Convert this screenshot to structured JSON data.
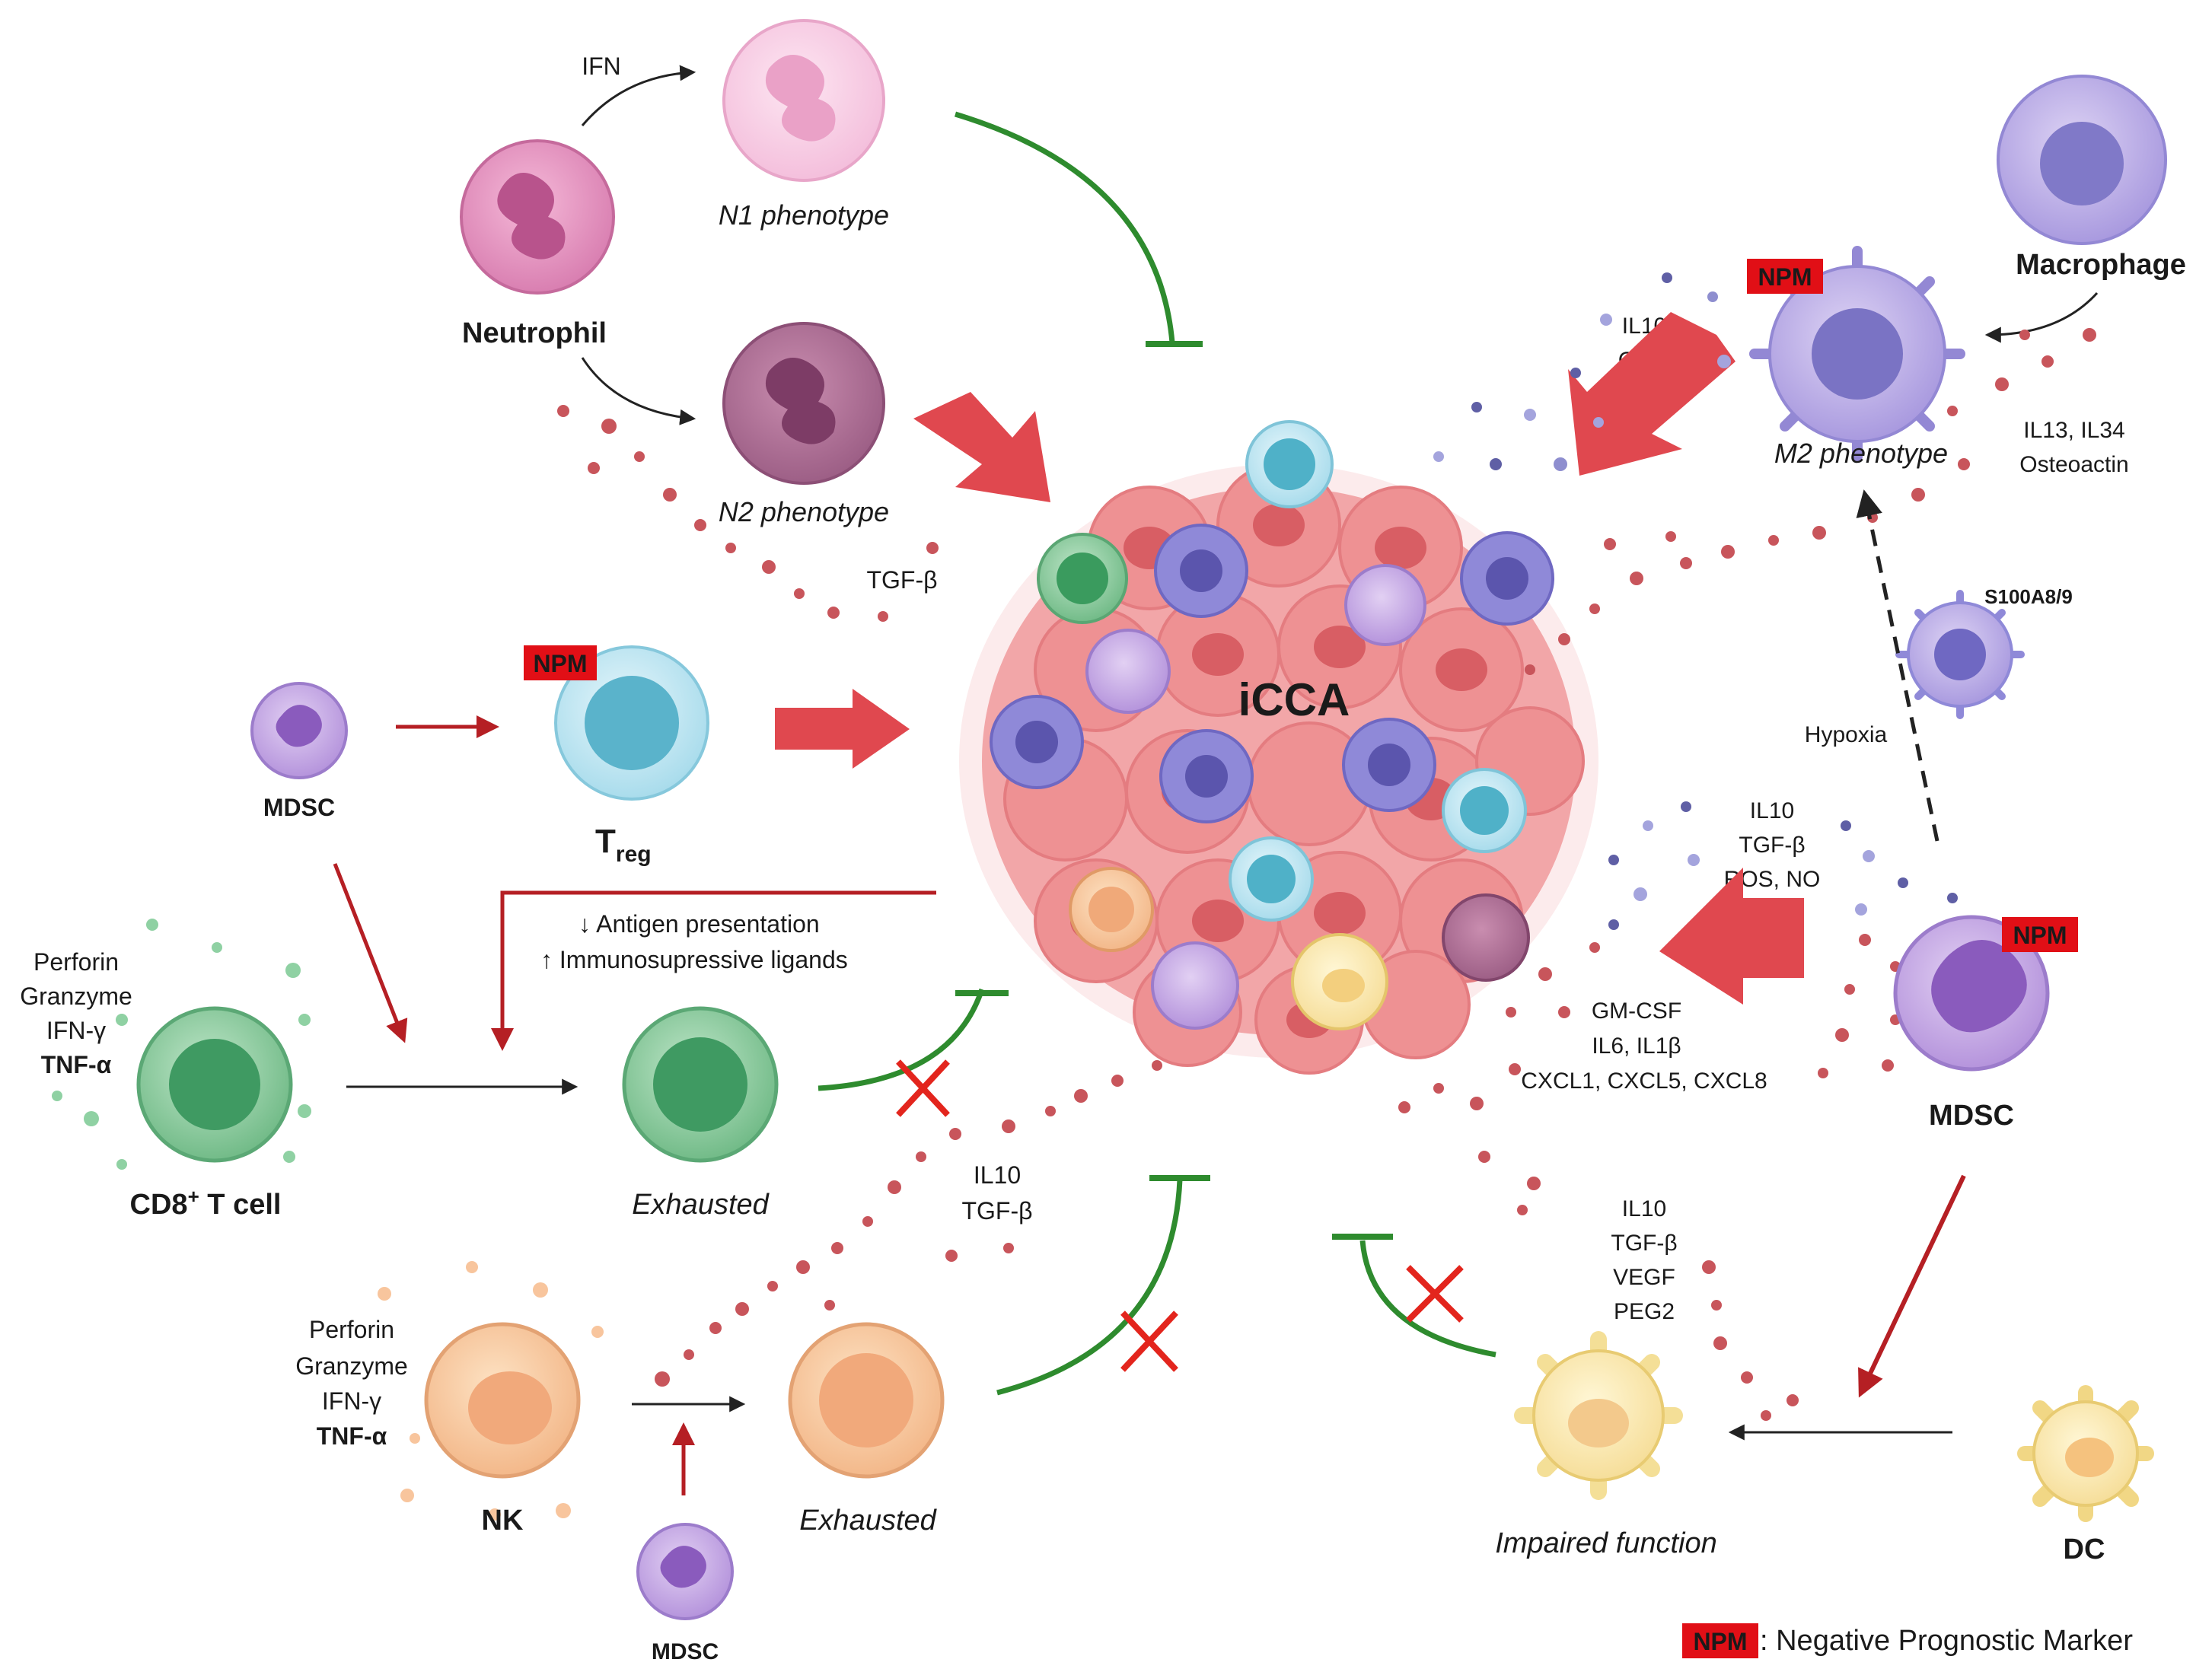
{
  "center": {
    "title": "iCCA"
  },
  "neutrophil": {
    "name": "Neutrophil",
    "stimulus": "IFN",
    "n1": "N1 phenotype",
    "n2": "N2 phenotype",
    "tgf": "TGF-β"
  },
  "treg": {
    "name": "T",
    "sub": "reg",
    "npm": "NPM"
  },
  "mdsc_left": {
    "name": "MDSC"
  },
  "antigen": {
    "line1": "↓ Antigen presentation",
    "line2": "↑ Immunosupressive ligands"
  },
  "cd8": {
    "cytokines": [
      "Perforin",
      "Granzyme",
      "IFN-γ",
      "TNF-α"
    ],
    "name": "CD8",
    "sup": "+",
    "suffix": " T cell",
    "exhausted": "Exhausted"
  },
  "nk": {
    "cytokines": [
      "Perforin",
      "Granzyme",
      "IFN-γ",
      "TNF-α"
    ],
    "name": "NK",
    "exhausted": "Exhausted",
    "mdsc": "MDSC",
    "signals": [
      "IL10",
      "TGF-β"
    ]
  },
  "macrophage": {
    "name": "Macrophage",
    "m2": "M2 phenotype",
    "npm": "NPM",
    "signals_left": [
      "IL10",
      "OSM"
    ],
    "signals_right": [
      "IL13, IL34",
      "Osteoactin"
    ]
  },
  "mdsc_right": {
    "name": "MDSC",
    "npm": "NPM",
    "s100": "S100A8/9",
    "hypoxia": "Hypoxia",
    "signals_top": [
      "IL10",
      "TGF-β",
      "ROS, NO"
    ],
    "signals_bottom": [
      "GM-CSF",
      "IL6, IL1β",
      "CXCL1, CXCL5, CXCL8"
    ]
  },
  "dc": {
    "name": "DC",
    "impaired": "Impaired function",
    "signals": [
      "IL10",
      "TGF-β",
      "VEGF",
      "PEG2"
    ]
  },
  "legend": {
    "key": "NPM",
    "text": ": Negative Prognostic Marker"
  },
  "colors": {
    "inhibit": "#2e8b2e",
    "arrow_red": "#e0484f",
    "line_red": "#b51f24",
    "npm_red": "#e10f16",
    "tumor": "#f09a9c"
  }
}
